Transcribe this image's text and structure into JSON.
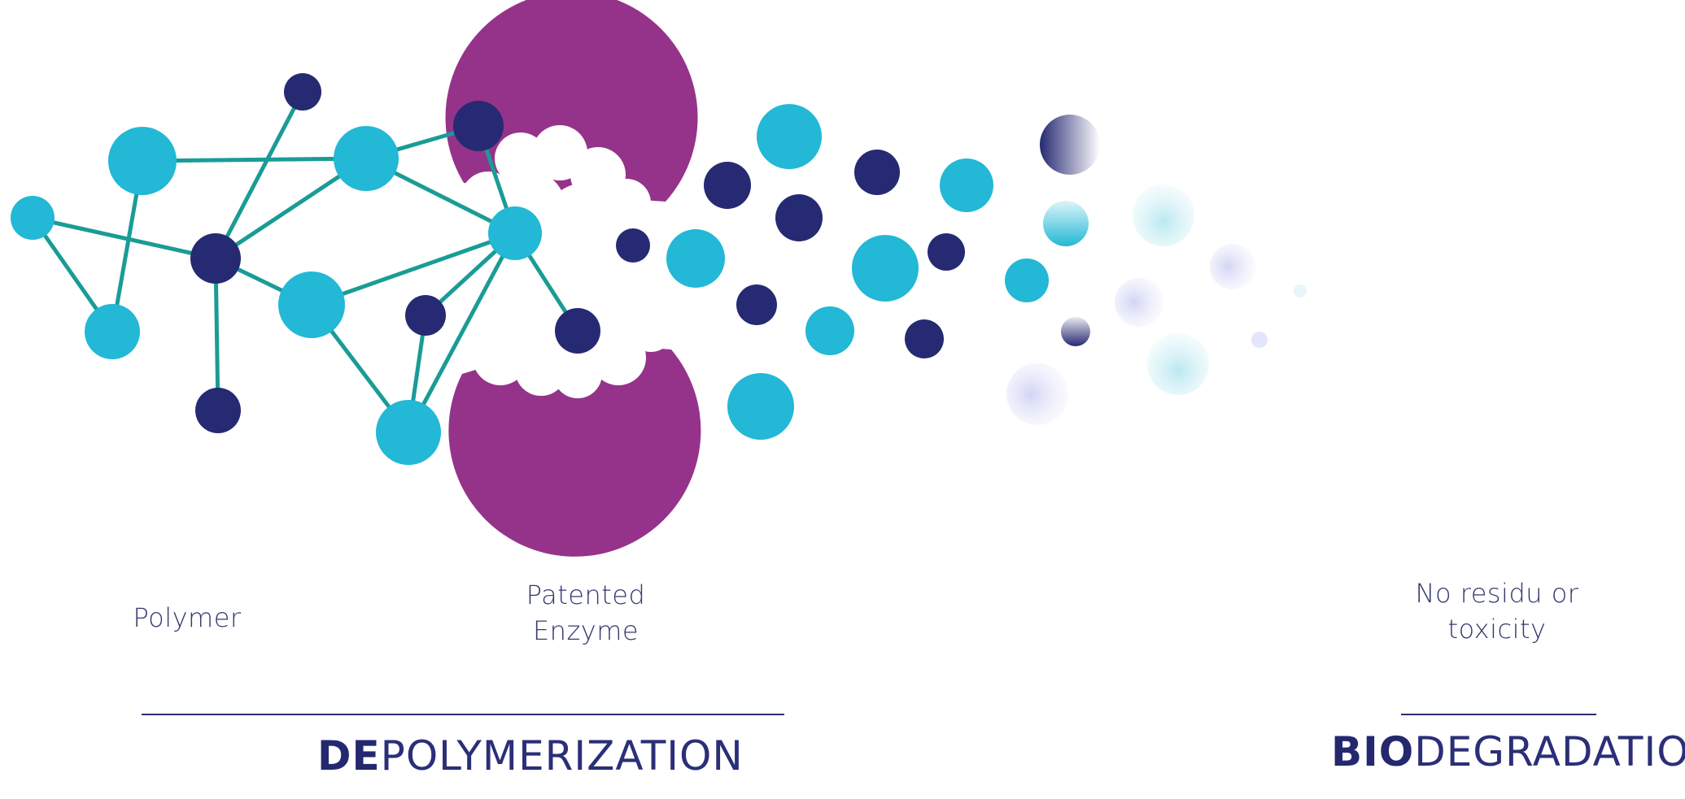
{
  "labels": {
    "polymer": "Polymer",
    "enzyme_line1": "Patented",
    "enzyme_line2": "Enzyme",
    "residue_line1": "No residu or",
    "residue_line2": "toxicity"
  },
  "headings": {
    "depolymerization_bold": "DE",
    "depolymerization_rest": "POLYMERIZATION",
    "biodegradation_bold": "BIO",
    "biodegradation_rest": "DEGRADATION"
  },
  "colors": {
    "cyan": "#22b8d6",
    "navy": "#262a72",
    "enzyme": "#95338a",
    "bond": "#1a9c96",
    "text": "#2e3872"
  },
  "icons": {
    "polymer": "polymer-network-icon",
    "enzyme": "enzyme-pacman-icon",
    "fragments": "monomer-fragments-icon"
  }
}
